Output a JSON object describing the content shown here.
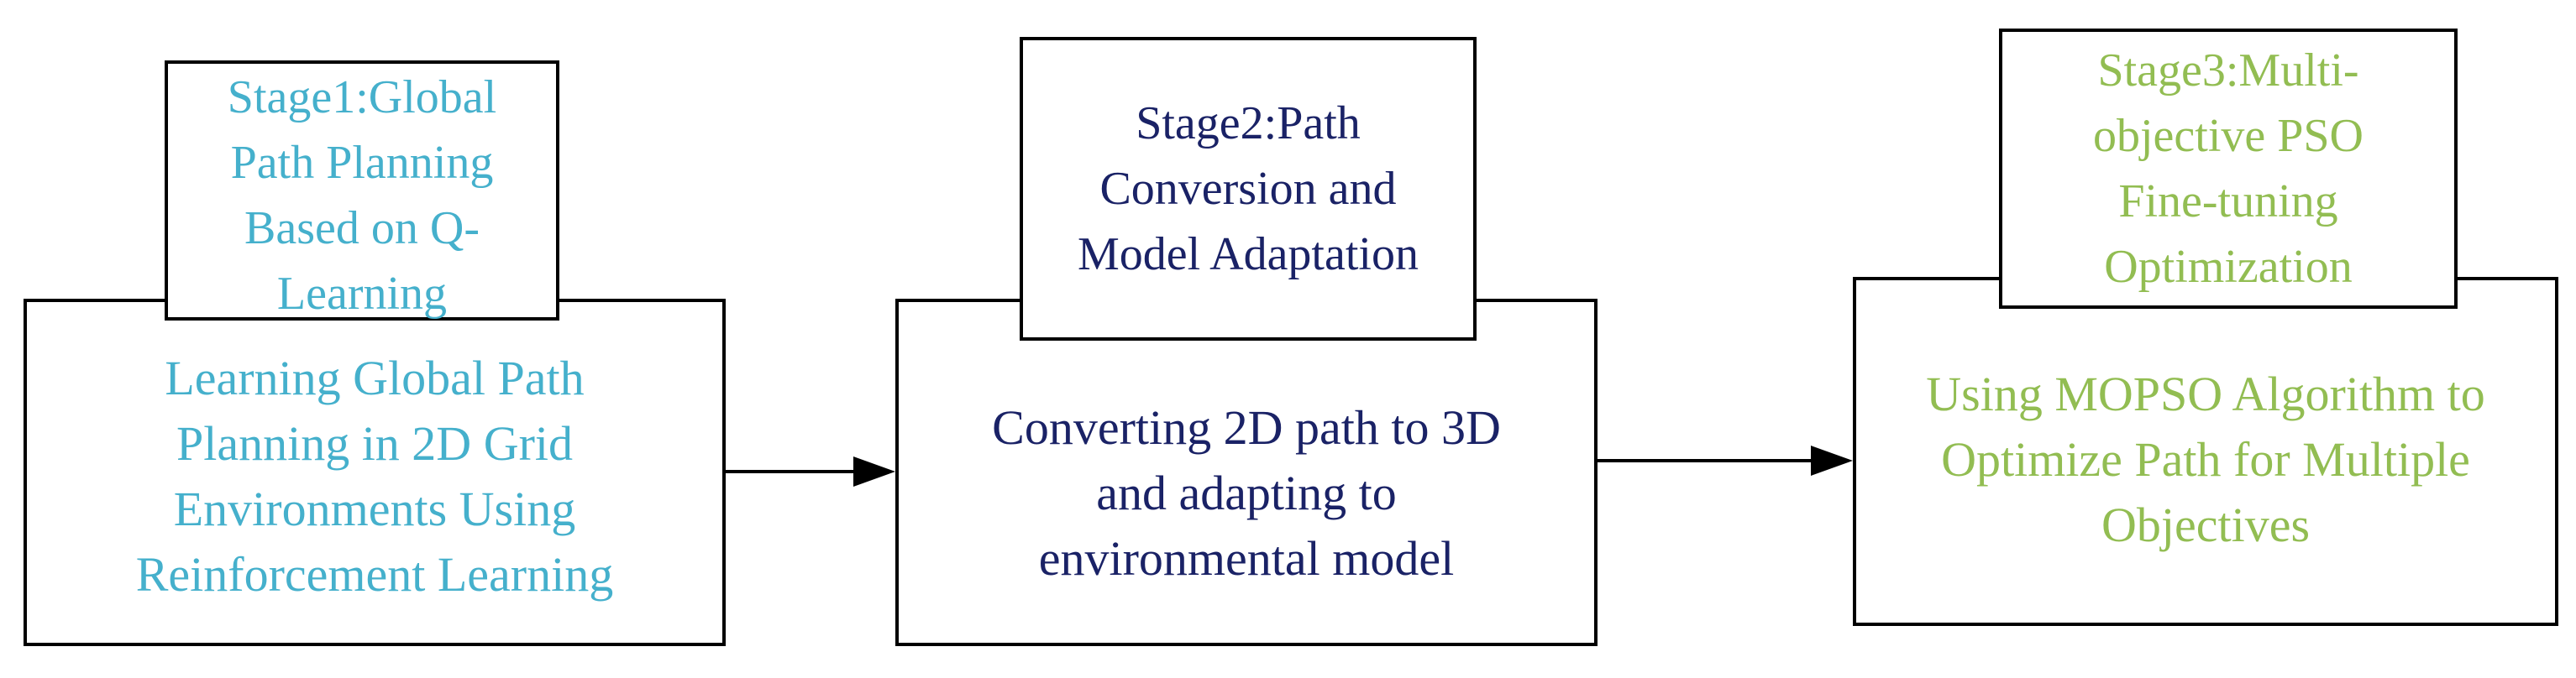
{
  "colors": {
    "stage1": "#45b0cc",
    "stage2": "#1a2266",
    "stage3": "#92bd52",
    "border": "#000000"
  },
  "stages": [
    {
      "title": "Stage1:Global\nPath Planning\nBased on Q-\nLearning",
      "description": "Learning Global Path\nPlanning in 2D Grid\nEnvironments Using\nReinforcement Learning"
    },
    {
      "title": "Stage2:Path\nConversion and\nModel Adaptation",
      "description": "Converting 2D path to 3D\nand adapting to\nenvironmental model"
    },
    {
      "title": "Stage3:Multi-\nobjective PSO\nFine-tuning\nOptimization",
      "description": "Using MOPSO Algorithm to\nOptimize Path for Multiple\nObjectives"
    }
  ]
}
